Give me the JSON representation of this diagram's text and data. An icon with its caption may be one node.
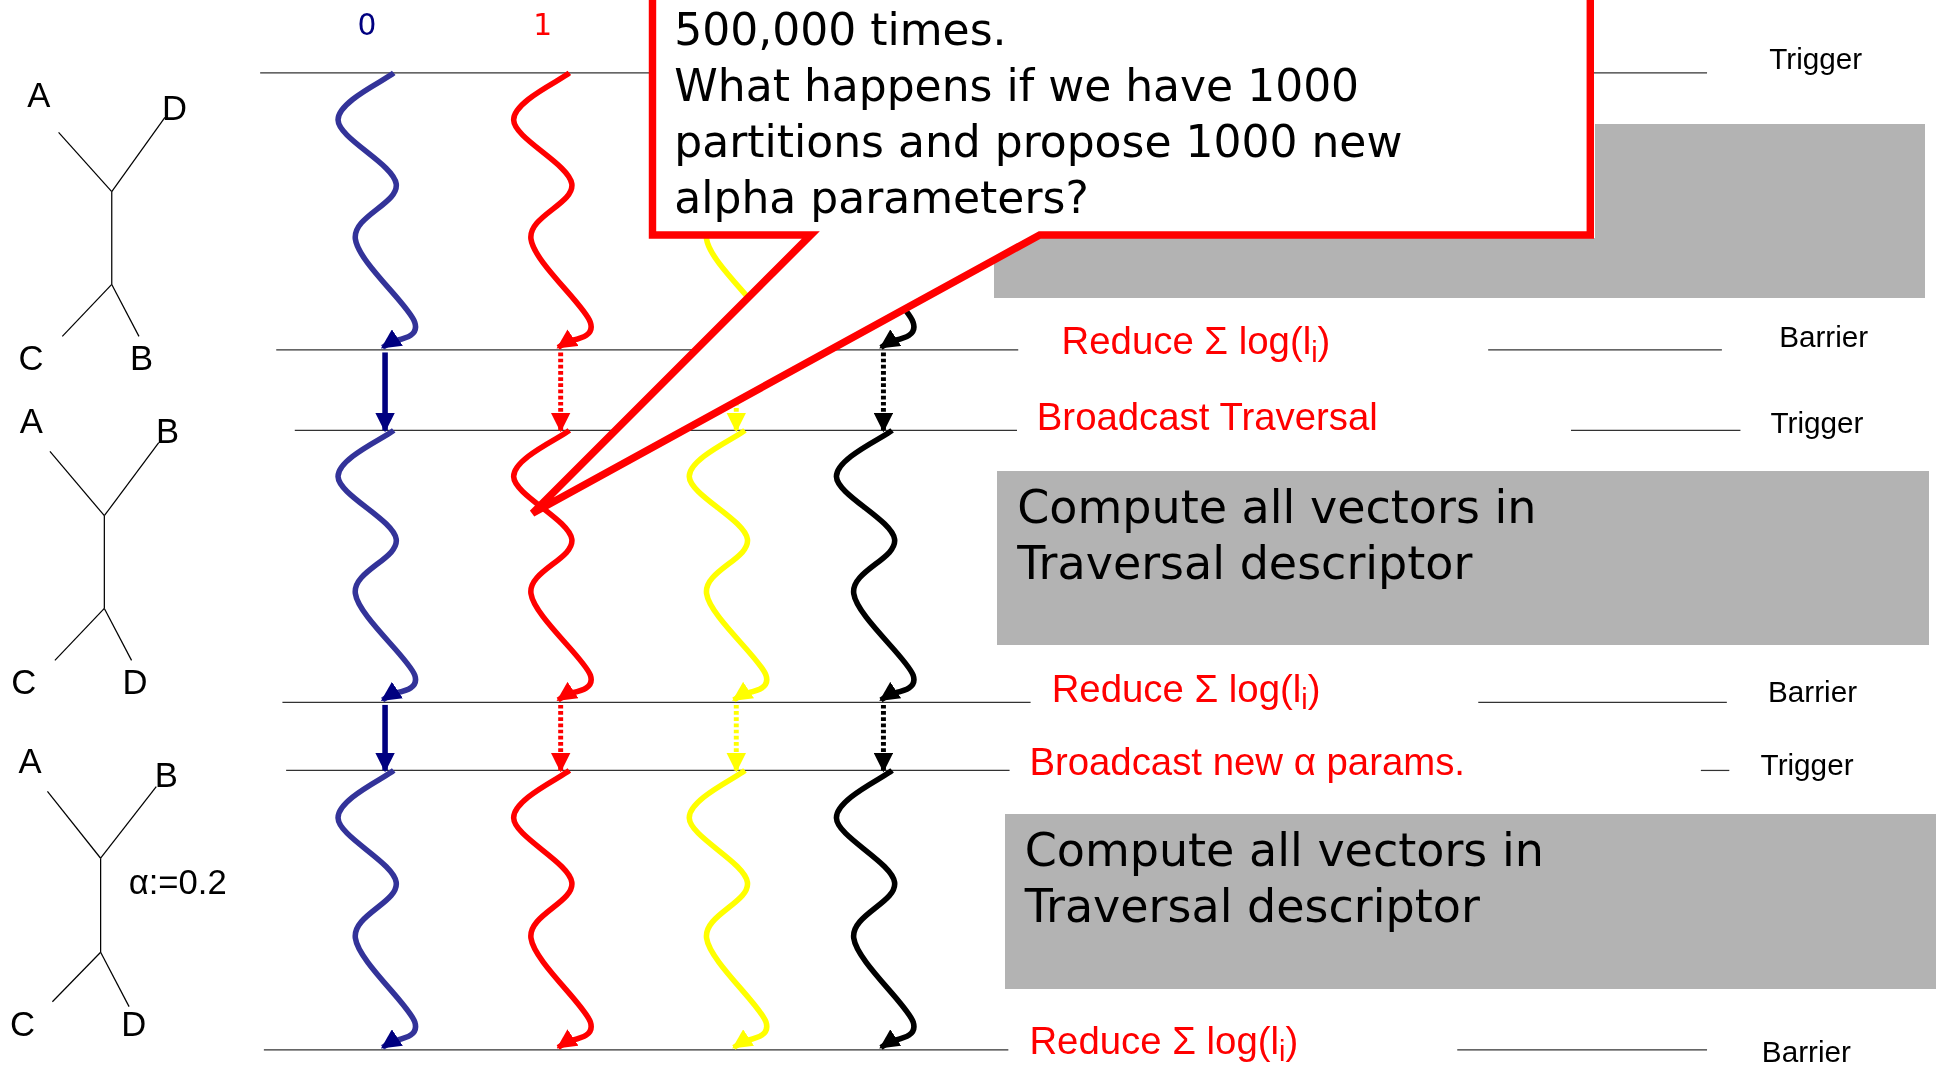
{
  "diagram": {
    "nodes": [
      {
        "text": [],
        "shape": "box"
      },
      {
        "text": [
          "Compute all vectors in Traversal descriptor"
        ]
      },
      {
        "text": [
          "Compute all vectors in Traversal descriptor"
        ]
      },
      {
        "text": [
          "500,000 times.",
          "What happens if we have 1000 partitions and propose 1000 new alpha parameters?"
        ]
      }
    ],
    "edges": [],
    "labels": [
      "0",
      "1",
      "Trigger",
      "A",
      "D",
      "C",
      "B",
      "Reduce Σ log(l$_{i}$)",
      "Barrier",
      "A",
      "B",
      "Broadcast Traversal",
      "Trigger",
      "C",
      "D",
      "Reduce Σ log(l$_{i}$)",
      "Barrier",
      "A",
      "B",
      "Broadcast new α params.",
      "Trigger",
      "α:=0.2",
      "C",
      "D",
      "Reduce Σ log(l$_{i}$)",
      "Barrier"
    ]
  }
}
